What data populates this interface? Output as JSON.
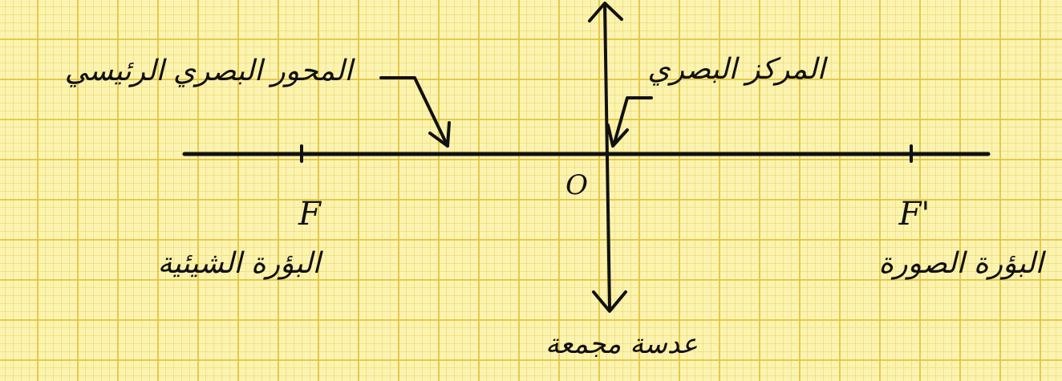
{
  "diagram": {
    "labels": {
      "principal_axis": "المحور البصري الرئيسي",
      "optical_center": "المركز البصري",
      "center_letter": "O",
      "object_focus_letter": "F",
      "object_focus_text": "البؤرة الشيئية",
      "image_focus_letter": "F'",
      "image_focus_text": "البؤرة الصورة",
      "lens_name": "عدسة مجمعة"
    },
    "colors": {
      "paper": "#fbf3b0",
      "grid": "#e2c43c",
      "ink": "#111111"
    }
  }
}
